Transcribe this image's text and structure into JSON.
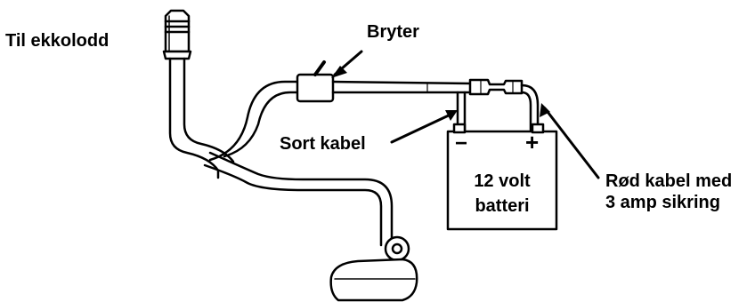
{
  "labels": {
    "til_ekkolodd": "Til ekkolodd",
    "bryter": "Bryter",
    "sort_kabel": "Sort kabel",
    "battery_line1": "12 volt",
    "battery_line2": "batteri",
    "minus_sign": "−",
    "plus_sign": "+",
    "rod_kabel_line1": "Rød kabel med",
    "rod_kabel_line2": "3 amp sikring"
  },
  "colors": {
    "stroke": "#000000",
    "background": "#ffffff"
  }
}
